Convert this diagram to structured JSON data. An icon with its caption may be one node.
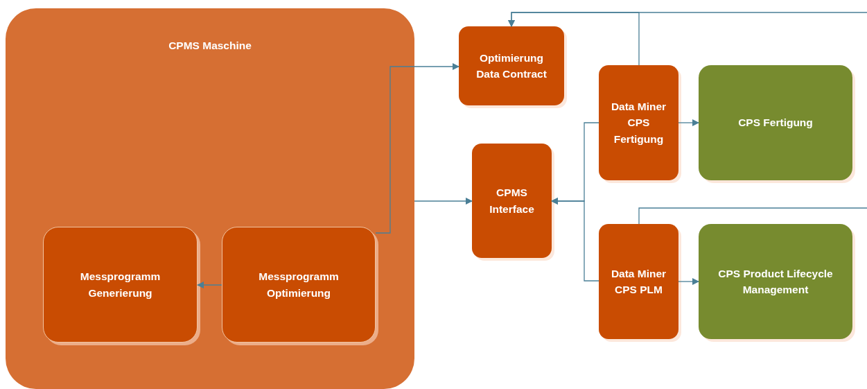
{
  "diagram": {
    "nodes": [
      {
        "text": [
          "CPMS Maschine"
        ]
      },
      {
        "text": [
          "Messprogramm Generierung"
        ],
        "in": 0
      },
      {
        "text": [
          "Messprogramm Optimierung"
        ],
        "in": 0
      },
      {
        "text": [
          "Optimierung Data Contract"
        ]
      },
      {
        "text": [
          "CPMS Interface"
        ]
      },
      {
        "text": [
          "Data Miner CPS Fertigung"
        ]
      },
      {
        "text": [
          "CPS Fertigung"
        ]
      },
      {
        "text": [
          "Data Miner CPS PLM"
        ]
      },
      {
        "text": [
          "CPS Product Lifecycle Management"
        ]
      }
    ],
    "edges": [
      {
        "from": 2,
        "to": 1,
        "arrow": "to"
      },
      {
        "from": 2,
        "to": 3,
        "arrow": "to"
      },
      {
        "from": 0,
        "to": 4,
        "arrow": "to"
      },
      {
        "from": 5,
        "to": 4,
        "arrow": "to"
      },
      {
        "from": 7,
        "to": 4,
        "arrow": "to"
      },
      {
        "from": 5,
        "to": 6,
        "arrow": "to"
      },
      {
        "from": 7,
        "to": 8,
        "arrow": "to"
      },
      {
        "from": 5,
        "to": 3,
        "arrow": "to"
      },
      {
        "from": null,
        "to": 3,
        "arrow": "to"
      },
      {
        "from": 7,
        "to": null,
        "arrow": "none"
      }
    ]
  }
}
